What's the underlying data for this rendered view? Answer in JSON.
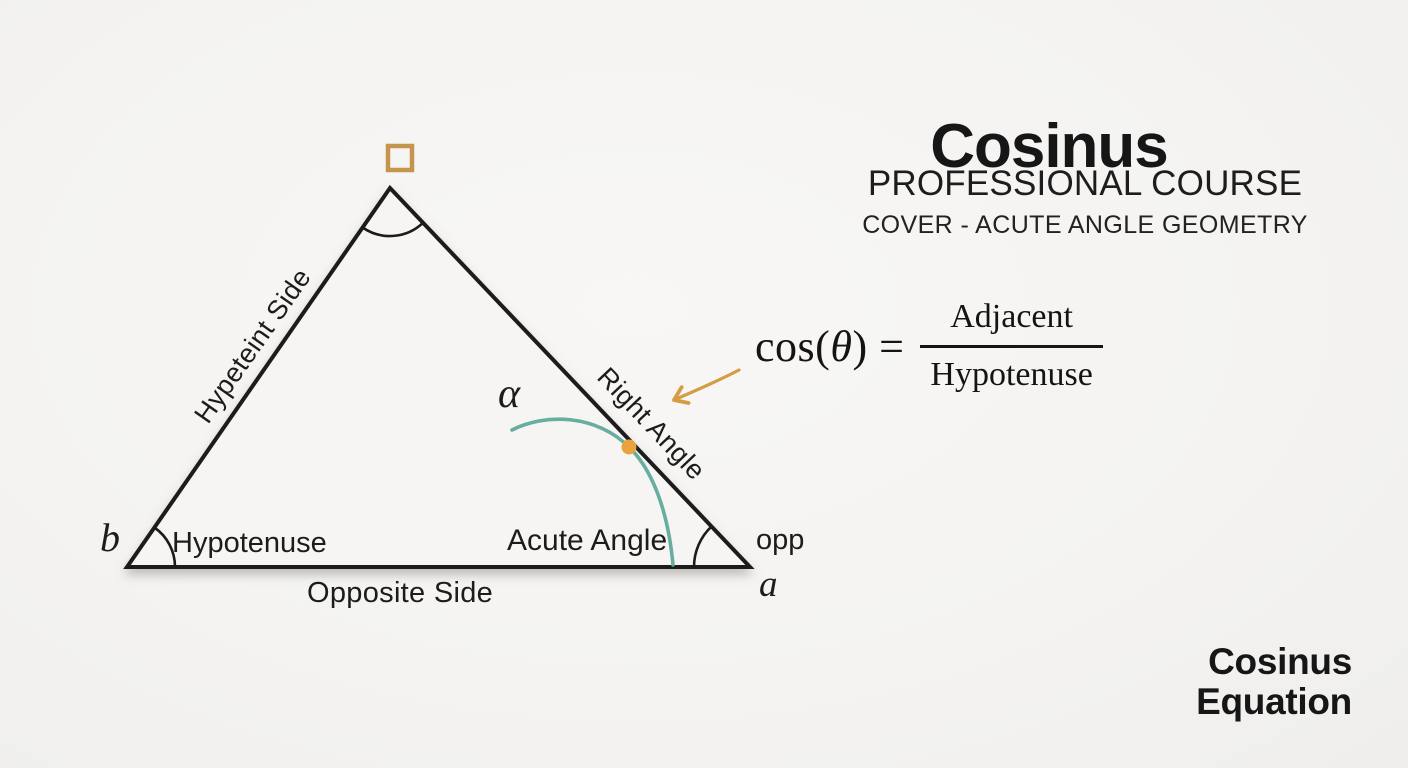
{
  "title": {
    "heading": "Cosinus",
    "subheading": "PROFESSIONAL COURSE",
    "tagline": "COVER - ACUTE ANGLE GEOMETRY"
  },
  "formula": {
    "func": "cos(",
    "theta": "θ",
    "close": ") =",
    "numerator": "Adjacent",
    "denominator": "Hypotenuse"
  },
  "footer": {
    "line1": "Cosinus",
    "line2": "Equation"
  },
  "triangle": {
    "left_side_label": "Hypeteint Side",
    "right_side_label": "Right Angle",
    "bottom_label": "Opposite Side",
    "inner_left_label": "Hypotenuse",
    "inner_right_label": "Acute Angle",
    "vertex_left_label": "b",
    "vertex_right_label": "a",
    "opp_label": "opp",
    "alpha_label": "α"
  },
  "colors": {
    "background": "#f5f4f2",
    "ink": "#1b1b1b",
    "accent_gold": "#c3954d",
    "accent_teal": "#5fa99b",
    "dot_orange": "#e8a33c",
    "arrow_orange": "#d49c44"
  }
}
